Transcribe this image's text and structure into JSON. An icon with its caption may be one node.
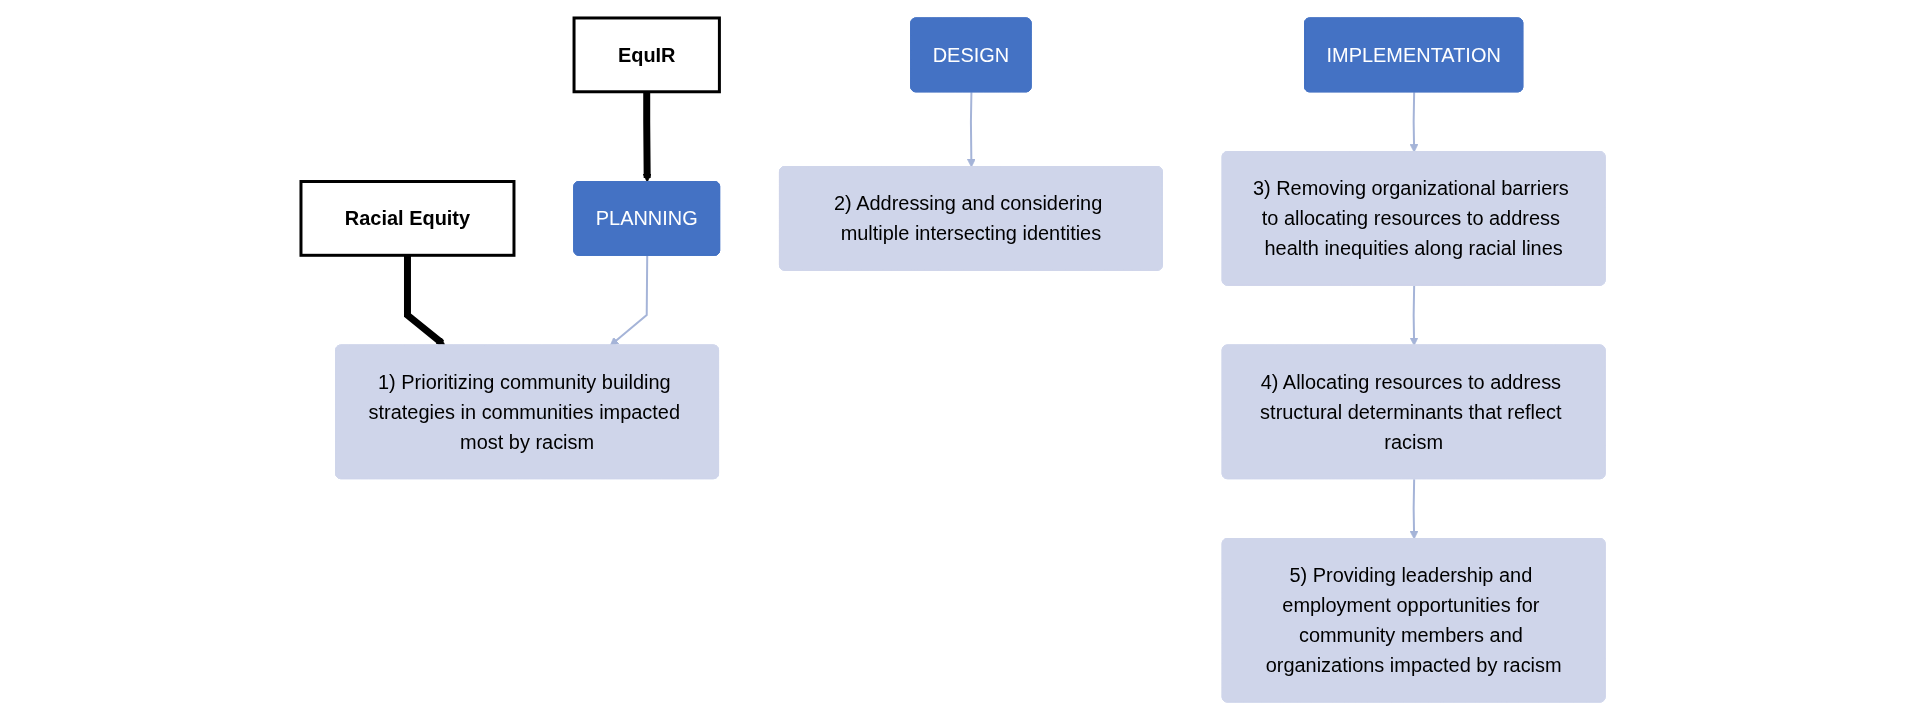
{
  "diagram": {
    "nodes": [
      {
        "text": [
          "EquIR"
        ]
      },
      {
        "text": [
          "PLANNING"
        ]
      },
      {
        "text": [
          "DESIGN"
        ]
      },
      {
        "text": [
          "IMPLEMENTATION"
        ]
      },
      {
        "text": [
          "Racial Equity"
        ]
      },
      {
        "text": [
          "1) Prioritizing community building strategies in communities impacted most by racism"
        ]
      },
      {
        "text": [
          "2) Addressing and considering multiple intersecting identities"
        ]
      },
      {
        "text": [
          "3) Removing organizational barriers to allocating resources to address health inequities along racial lines"
        ]
      },
      {
        "text": [
          "4) Allocating resources to address structural determinants that reflect racism"
        ]
      },
      {
        "text": [
          "5) Providing leadership and employment opportunities for community members and organizations impacted by racism"
        ]
      }
    ],
    "edges": [
      {
        "from": 0,
        "to": 1,
        "arrow": "to",
        "style": "thick",
        "color": "#000000"
      },
      {
        "from": 4,
        "to": 5,
        "arrow": "to",
        "style": "thick",
        "color": "#000000"
      },
      {
        "from": 1,
        "to": 5,
        "arrow": "to"
      },
      {
        "from": 2,
        "to": 6,
        "arrow": "to"
      },
      {
        "from": 3,
        "to": 7,
        "arrow": "to"
      },
      {
        "from": 7,
        "to": 8,
        "arrow": "to"
      },
      {
        "from": 8,
        "to": 9,
        "arrow": "to"
      }
    ]
  }
}
